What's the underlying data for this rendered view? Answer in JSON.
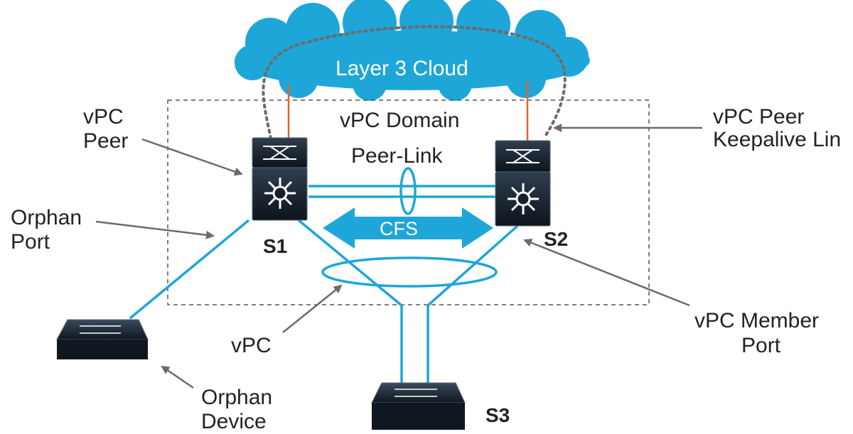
{
  "cloud": {
    "label": "Layer 3 Cloud"
  },
  "domain": {
    "label": "vPC Domain"
  },
  "peer_link": {
    "label": "Peer-Link"
  },
  "cfs": {
    "label": "CFS"
  },
  "switches": {
    "s1": "S1",
    "s2": "S2",
    "s3": "S3"
  },
  "callouts": {
    "vpc_peer": [
      "vPC",
      "Peer"
    ],
    "orphan_port": [
      "Orphan",
      "Port"
    ],
    "keepalive": [
      "vPC Peer",
      "Keepalive Lin"
    ],
    "member_port": [
      "vPC Member",
      "Port"
    ],
    "vpc": "vPC",
    "orphan_device": [
      "Orphan",
      "Device"
    ]
  },
  "colors": {
    "cloud": "#1ea6d9",
    "link": "#1ea6d9",
    "uplink": "#e8622a",
    "switch_body": "#16202b",
    "arrow": "#6b6b6b",
    "domain_border": "#555555"
  }
}
